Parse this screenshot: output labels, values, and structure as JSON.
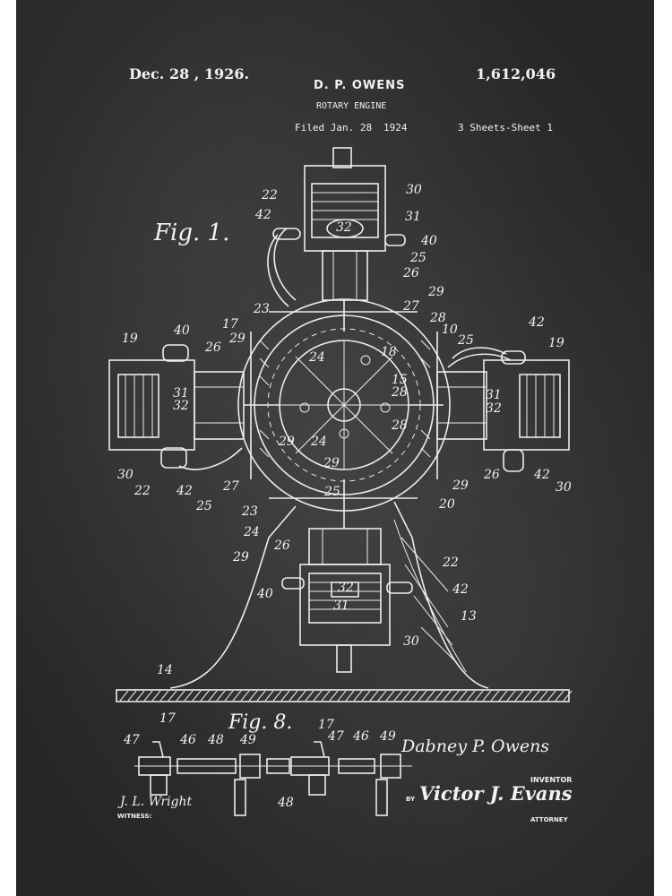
{
  "header": {
    "date": "Dec. 28 , 1926.",
    "inventor_name": "D. P. OWENS",
    "patent_number": "1,612,046",
    "title": "ROTARY ENGINE",
    "filed": "Filed Jan. 28",
    "filed_year": "1924",
    "sheets": "3 Sheets-Sheet 1"
  },
  "figures": {
    "fig1": "Fig. 1.",
    "fig8": "Fig. 8."
  },
  "labels": {
    "fig1": [
      "22",
      "30",
      "42",
      "32",
      "31",
      "40",
      "25",
      "26",
      "29",
      "27",
      "23",
      "17",
      "28",
      "10",
      "25",
      "42",
      "19",
      "19",
      "40",
      "26",
      "29",
      "24",
      "18",
      "15",
      "28",
      "31",
      "32",
      "31",
      "32",
      "28",
      "24",
      "29",
      "29",
      "30",
      "22",
      "42",
      "27",
      "25",
      "26",
      "42",
      "30",
      "29",
      "20",
      "25",
      "23",
      "24",
      "26",
      "29",
      "22",
      "42",
      "40",
      "32",
      "31",
      "13",
      "30",
      "14"
    ],
    "fig8": [
      "17",
      "47",
      "46",
      "48",
      "49",
      "17",
      "47",
      "46",
      "49",
      "48"
    ]
  },
  "signatures": {
    "inventor": "Dabney P. Owens",
    "inventor_caption": "INVENTOR",
    "witness": "J. L. Wright",
    "witness_caption": "WITNESS:",
    "by": "BY",
    "attorney": "Victor J. Evans",
    "attorney_caption": "ATTORNEY"
  },
  "colors": {
    "board": "#2e2e2e",
    "chalk": "#ececec",
    "frame": "#ffffff"
  }
}
